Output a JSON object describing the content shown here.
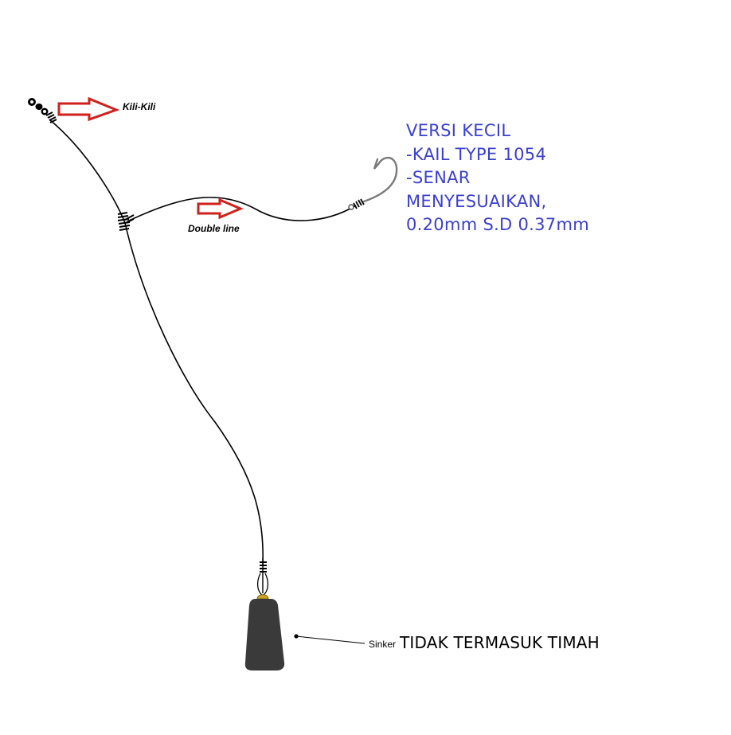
{
  "labels": {
    "swivel": "Kili-Kili",
    "double_line": "Double line",
    "sinker_small": "Sinker",
    "sinker_note": "TIDAK TERMASUK TIMAH"
  },
  "spec_lines": [
    "VERSI KECIL",
    "-KAIL TYPE 1054",
    "-SENAR",
    "MENYESUAIKAN,",
    "0.20mm S.D 0.37mm"
  ],
  "colors": {
    "line": "#000000",
    "arrow_outline": "#d0201b",
    "arrow_fill": "#ffffff",
    "spec_text": "#3a3fcf",
    "hook": "#7a7a7a",
    "sinker": "#3a3a3a",
    "sinker_cap": "#c9a227"
  }
}
